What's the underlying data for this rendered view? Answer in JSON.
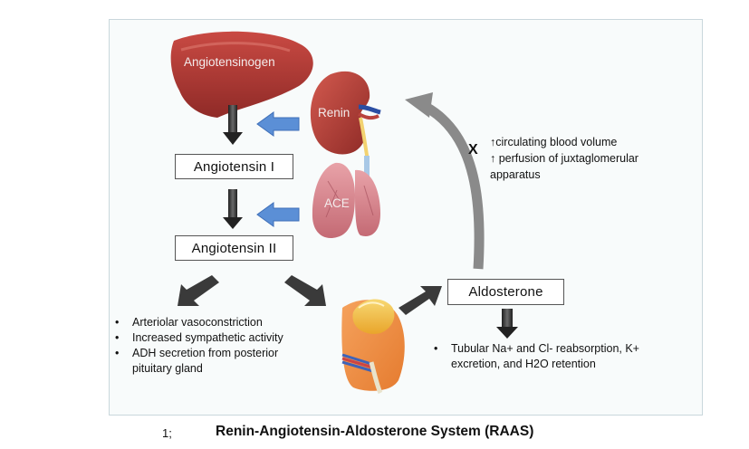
{
  "diagram": {
    "caption": "Renin-Angiotensin-Aldosterone System (RAAS)",
    "figure_mark": "1;",
    "organs": {
      "liver_label": "Angiotensinogen",
      "kidney_label": "Renin",
      "lung_label": "ACE",
      "adrenal_label": ""
    },
    "boxes": {
      "angiotensin_1": "Angiotensin I",
      "angiotensin_2": "Angiotensin II",
      "aldosterone": "Aldosterone"
    },
    "feedback": {
      "mark": "X",
      "line1": "↑circulating blood volume",
      "line2": "↑ perfusion of juxtaglomerular",
      "line3": "apparatus"
    },
    "angiotensin_effects": [
      "Arteriolar vasoconstriction",
      "Increased sympathetic activity",
      "ADH secretion from posterior",
      "pituitary gland"
    ],
    "aldosterone_effects": {
      "line1": "Tubular Na+ and Cl- reabsorption, K+",
      "line2": "excretion, and H2O retention"
    },
    "colors": {
      "organ_red": "#b8423d",
      "adrenal_yellow": "#f1c232",
      "flow_arrow_blue": "#5b8fd6",
      "feedback_arrow_gray": "#8a8a8a",
      "process_arrow_dark": "#333333"
    }
  }
}
